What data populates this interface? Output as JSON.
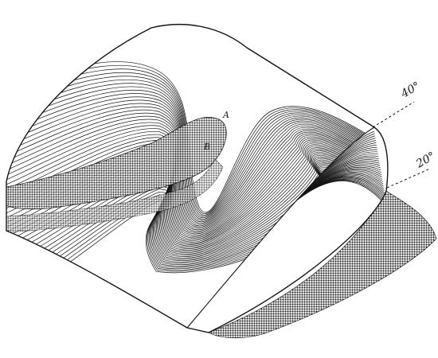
{
  "figure": {
    "labels": {
      "point_a": "A",
      "point_b": "B",
      "angle_upper": "40°",
      "angle_lower": "20°"
    },
    "colors": {
      "ink": "#141414",
      "paper": "#ffffff",
      "shadow": "#2a2a2a"
    }
  }
}
